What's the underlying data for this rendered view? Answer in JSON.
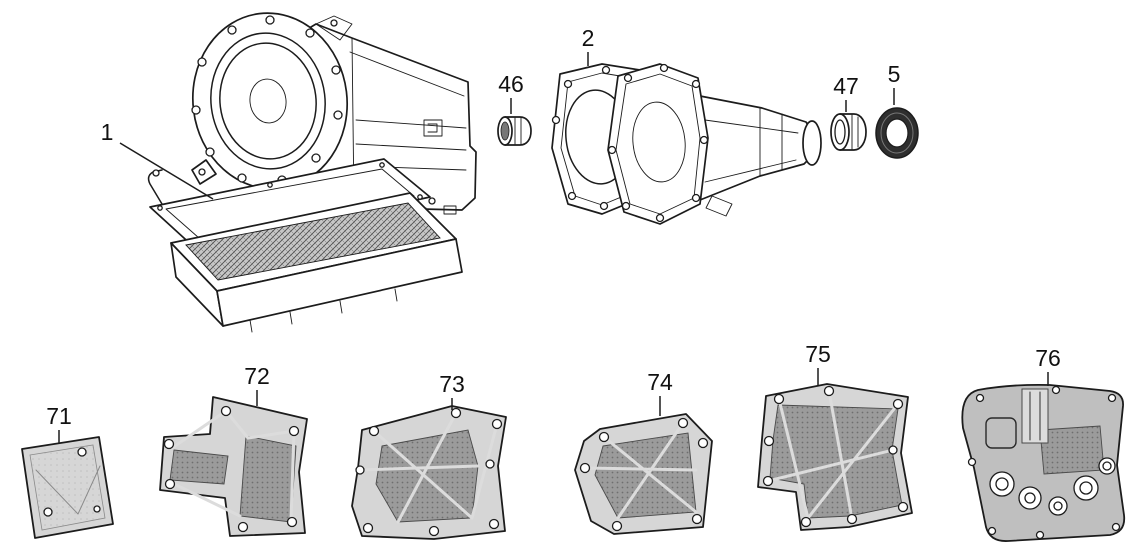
{
  "palette": {
    "bg": "#ffffff",
    "line": "#1c1c1c",
    "label": "#111111",
    "plate-light": "#d6d6d6",
    "plate-mid": "#bfbfbf",
    "screen-dark": "#9b9b9b",
    "seal-dark": "#2e2e2e"
  },
  "diagram": {
    "callouts": [
      {
        "label": "1"
      },
      {
        "label": "2"
      },
      {
        "label": "46"
      },
      {
        "label": "47"
      },
      {
        "label": "5"
      },
      {
        "label": "71"
      },
      {
        "label": "72"
      },
      {
        "label": "73"
      },
      {
        "label": "74"
      },
      {
        "label": "75"
      },
      {
        "label": "76"
      }
    ]
  }
}
